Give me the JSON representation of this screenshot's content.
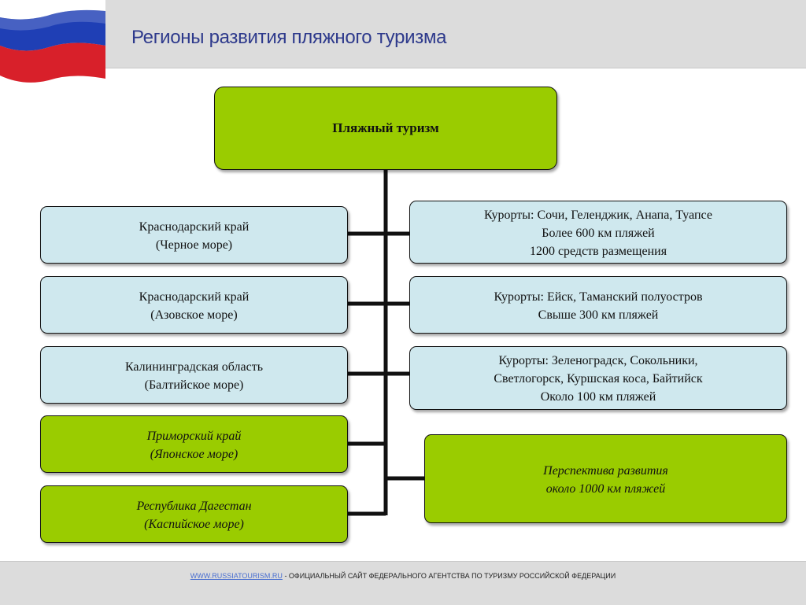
{
  "header": {
    "title": "Регионы развития пляжного туризма"
  },
  "flag": {
    "colors": [
      "#ffffff",
      "#1f3fb5",
      "#d8202a"
    ]
  },
  "diagram": {
    "root": "Пляжный туризм",
    "left": [
      {
        "line1": "Краснодарский край",
        "line2": "(Черное море)"
      },
      {
        "line1": "Краснодарский край",
        "line2": "(Азовское море)"
      },
      {
        "line1": "Калининградская область",
        "line2": "(Балтийское море)"
      },
      {
        "line1": "Приморский край",
        "line2": "(Японское море)"
      },
      {
        "line1": "Республика Дагестан",
        "line2": "(Каспийское море)"
      }
    ],
    "right": [
      {
        "line1": "Курорты: Сочи, Геленджик, Анапа, Туапсе",
        "line2": "Более 600 км пляжей",
        "line3": "1200 средств размещения"
      },
      {
        "line1": "Курорты: Ейск, Таманский полуостров",
        "line2": "Свыше 300 км пляжей"
      },
      {
        "line1": "Курорты: Зеленоградск, Сокольники,",
        "line2": "Светлогорск, Куршская коса, Байтийск",
        "line3": "Около 100 км пляжей"
      },
      {
        "line1": "Перспектива развития",
        "line2": "около 1000 км пляжей"
      }
    ],
    "colors": {
      "blue": "#cfe8ee",
      "green": "#9acc00",
      "line": "#111111"
    }
  },
  "footer": {
    "link": "WWW.RUSSIATOURISM.RU",
    "text": " - ОФИЦИАЛЬНЫЙ САЙТ ФЕДЕРАЛЬНОГО АГЕНТСТВА ПО ТУРИЗМУ РОССИЙСКОЙ ФЕДЕРАЦИИ"
  }
}
